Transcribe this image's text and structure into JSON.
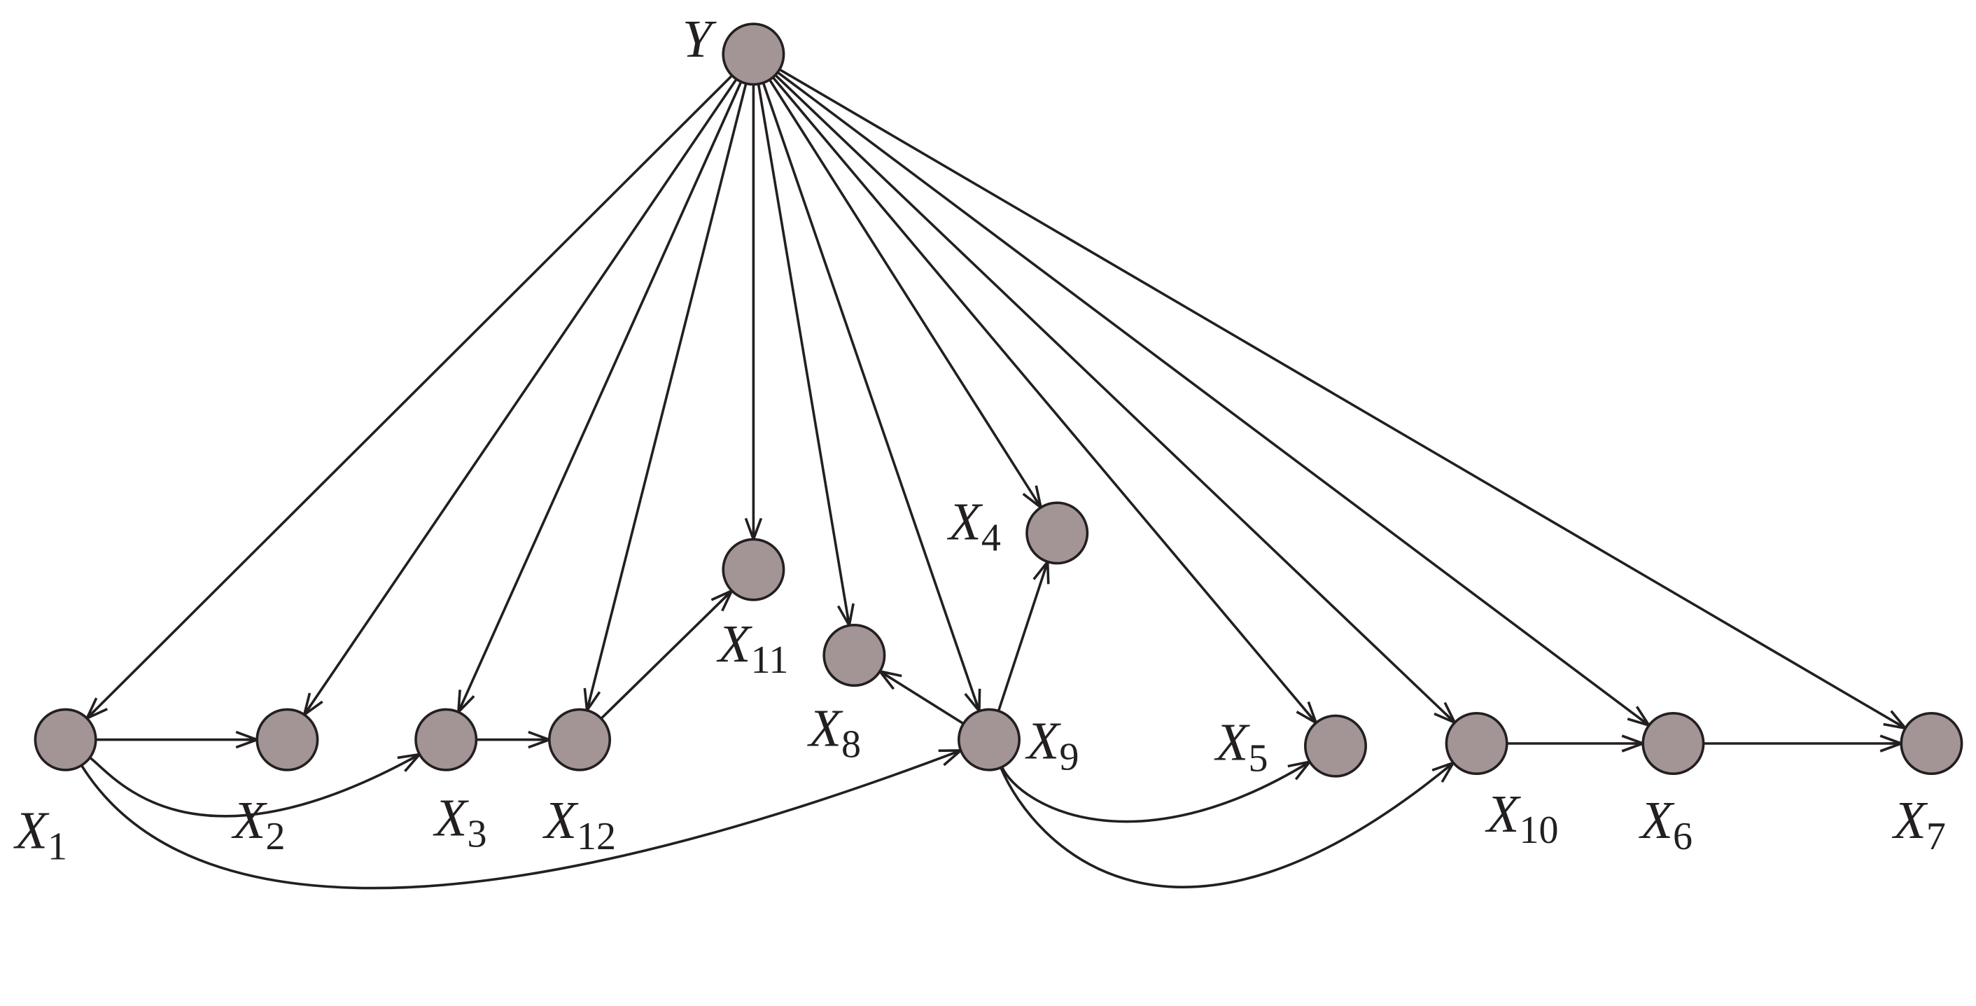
{
  "diagram": {
    "nodes": [
      {
        "id": "Y",
        "label": "Y",
        "sub": ""
      },
      {
        "id": "X1",
        "label": "X",
        "sub": "1"
      },
      {
        "id": "X2",
        "label": "X",
        "sub": "2"
      },
      {
        "id": "X3",
        "label": "X",
        "sub": "3"
      },
      {
        "id": "X12",
        "label": "X",
        "sub": "12"
      },
      {
        "id": "X11",
        "label": "X",
        "sub": "11"
      },
      {
        "id": "X8",
        "label": "X",
        "sub": "8"
      },
      {
        "id": "X9",
        "label": "X",
        "sub": "9"
      },
      {
        "id": "X4",
        "label": "X",
        "sub": "4"
      },
      {
        "id": "X5",
        "label": "X",
        "sub": "5"
      },
      {
        "id": "X10",
        "label": "X",
        "sub": "10"
      },
      {
        "id": "X6",
        "label": "X",
        "sub": "6"
      },
      {
        "id": "X7",
        "label": "X",
        "sub": "7"
      }
    ],
    "edges": [
      {
        "from": "Y",
        "to": "X1"
      },
      {
        "from": "Y",
        "to": "X2"
      },
      {
        "from": "Y",
        "to": "X3"
      },
      {
        "from": "Y",
        "to": "X12"
      },
      {
        "from": "Y",
        "to": "X11"
      },
      {
        "from": "Y",
        "to": "X8"
      },
      {
        "from": "Y",
        "to": "X9"
      },
      {
        "from": "Y",
        "to": "X4"
      },
      {
        "from": "Y",
        "to": "X5"
      },
      {
        "from": "Y",
        "to": "X10"
      },
      {
        "from": "Y",
        "to": "X6"
      },
      {
        "from": "Y",
        "to": "X7"
      },
      {
        "from": "X1",
        "to": "X2"
      },
      {
        "from": "X3",
        "to": "X12"
      },
      {
        "from": "X12",
        "to": "X11"
      },
      {
        "from": "X9",
        "to": "X8"
      },
      {
        "from": "X9",
        "to": "X4"
      },
      {
        "from": "X10",
        "to": "X6"
      },
      {
        "from": "X6",
        "to": "X7"
      },
      {
        "from": "X1",
        "to": "X3"
      },
      {
        "from": "X1",
        "to": "X9"
      },
      {
        "from": "X9",
        "to": "X5"
      },
      {
        "from": "X9",
        "to": "X10"
      }
    ],
    "colors": {
      "node_fill": "#a39595",
      "stroke": "#231f20",
      "background": "#ffffff"
    }
  }
}
